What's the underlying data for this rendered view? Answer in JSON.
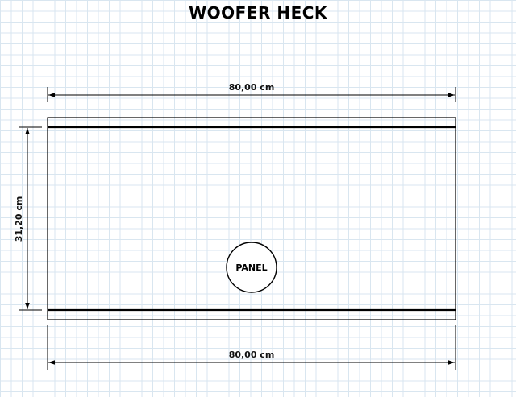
{
  "title": "WOOFER HECK",
  "dimensions": {
    "top_width": "80,00 cm",
    "bottom_width": "80,00 cm",
    "height": "31,20 cm"
  },
  "panel_label": "PANEL"
}
